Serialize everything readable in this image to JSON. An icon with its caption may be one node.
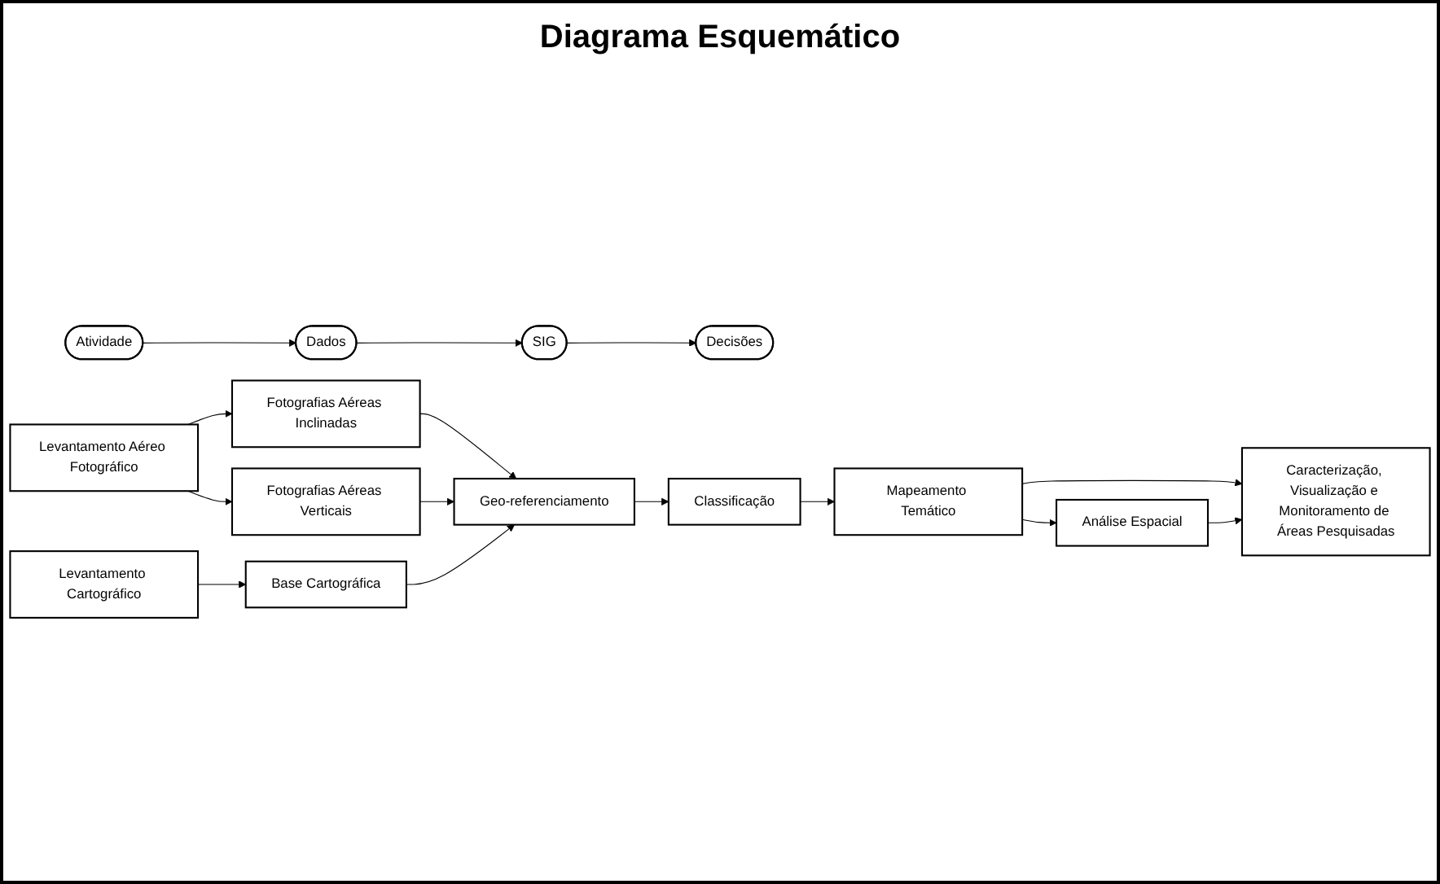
{
  "diagram": {
    "title": "Diagrama Esquemático",
    "nodes": [
      {
        "text": [
          "Atividade"
        ]
      },
      {
        "text": [
          "Dados"
        ]
      },
      {
        "text": [
          "SIG"
        ]
      },
      {
        "text": [
          "Decisões"
        ]
      },
      {
        "text": [
          "Levantamento Aéreo Fotográfico"
        ]
      },
      {
        "text": [
          "Levantamento Cartográfico"
        ]
      },
      {
        "text": [
          "Fotografias Aéreas Inclinadas"
        ]
      },
      {
        "text": [
          "Fotografias Aéreas Verticais"
        ]
      },
      {
        "text": [
          "Base Cartográfica"
        ]
      },
      {
        "text": [
          "Geo-referenciamento"
        ]
      },
      {
        "text": [
          "Classificação"
        ]
      },
      {
        "text": [
          "Mapeamento Temático"
        ]
      },
      {
        "text": [
          "Análise Espacial"
        ]
      },
      {
        "text": [
          "Caracterização, Visualização e Monitoramento de Áreas Pesquisadas"
        ]
      }
    ],
    "edges": [
      {
        "from": 0,
        "to": 1,
        "arrow": "to"
      },
      {
        "from": 1,
        "to": 2,
        "arrow": "to"
      },
      {
        "from": 2,
        "to": 3,
        "arrow": "to"
      },
      {
        "from": 4,
        "to": 6,
        "arrow": "to"
      },
      {
        "from": 4,
        "to": 7,
        "arrow": "to"
      },
      {
        "from": 5,
        "to": 8,
        "arrow": "to"
      },
      {
        "from": 6,
        "to": 9,
        "arrow": "to"
      },
      {
        "from": 7,
        "to": 9,
        "arrow": "to"
      },
      {
        "from": 8,
        "to": 9,
        "arrow": "to"
      },
      {
        "from": 9,
        "to": 10,
        "arrow": "to"
      },
      {
        "from": 10,
        "to": 11,
        "arrow": "to"
      },
      {
        "from": 11,
        "to": 12,
        "arrow": "to"
      },
      {
        "from": 11,
        "to": 13,
        "arrow": "to"
      },
      {
        "from": 12,
        "to": 13,
        "arrow": "to"
      }
    ]
  }
}
